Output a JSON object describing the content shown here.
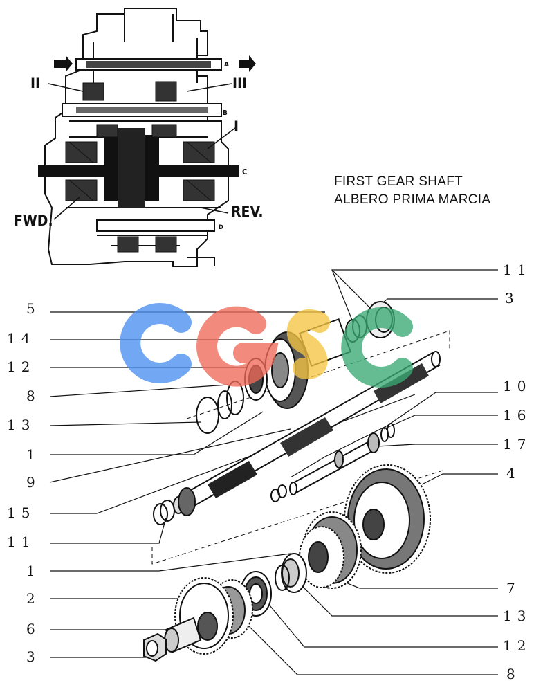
{
  "title": {
    "line1": "FIRST GEAR SHAFT",
    "line2": "ALBERO PRIMA MARCIA"
  },
  "section_diagram": {
    "labels": {
      "ii": "II",
      "iii": "III",
      "i": "I",
      "fwd": "FWD.",
      "rev": "REV.",
      "a": "A",
      "b": "B",
      "c": "C",
      "d": "D"
    }
  },
  "callouts_left": [
    "5",
    "14",
    "12",
    "8",
    "13",
    "1",
    "9",
    "15",
    "11",
    "1",
    "2",
    "6",
    "3"
  ],
  "callouts_right": [
    "11",
    "3",
    "10",
    "16",
    "17",
    "4",
    "7",
    "13",
    "12",
    "8"
  ],
  "watermark": {
    "text": "CGSC",
    "colors": [
      "#4a8ff0",
      "#f06a5a",
      "#f5c542",
      "#3aa874"
    ]
  }
}
